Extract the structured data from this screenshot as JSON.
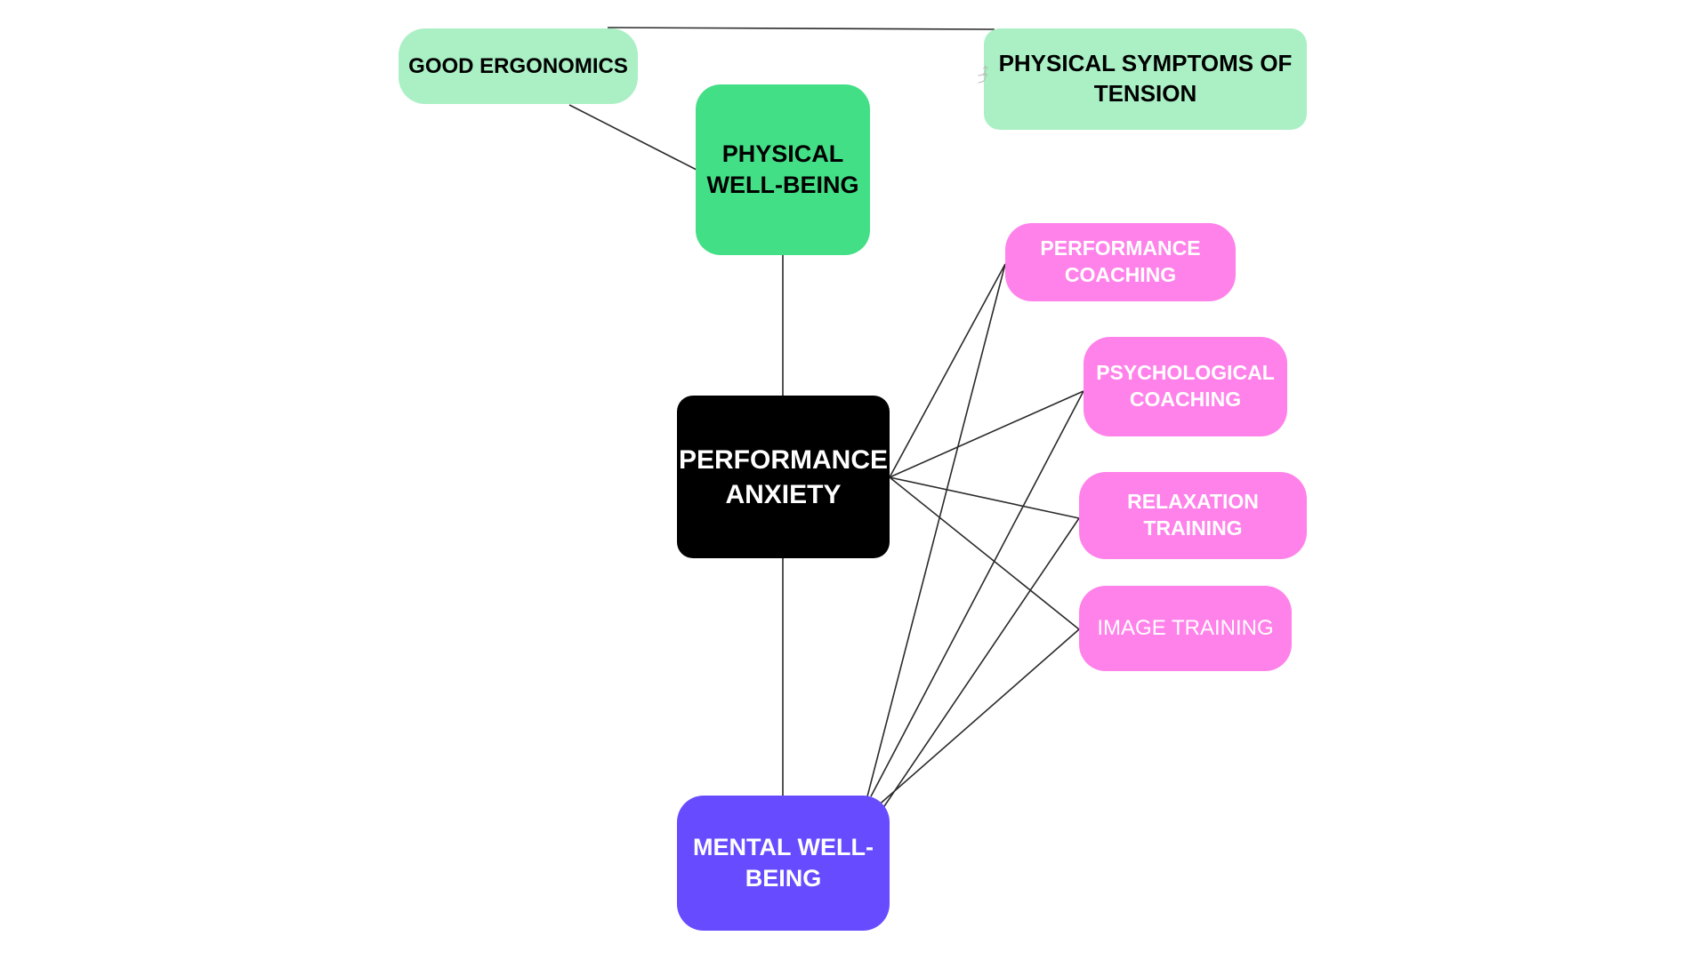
{
  "diagram": {
    "title": "Performance Anxiety mind map",
    "colors": {
      "light_green": "#aaf0c4",
      "green": "#43df86",
      "black": "#000000",
      "purple": "#674cff",
      "pink": "#ff82ea",
      "edge": "#2a2a2a"
    },
    "nodes": {
      "good_ergonomics": {
        "label": "GOOD ERGONOMICS",
        "text_color": "#000000",
        "fill": "#aaf0c4"
      },
      "physical_symptoms": {
        "label": "PHYSICAL SYMPTOMS OF TENSION",
        "text_color": "#000000",
        "fill": "#aaf0c4"
      },
      "physical_wellbeing": {
        "label_line1": "PHYSICAL",
        "label_line2": "WELL-BEING",
        "text_color": "#000000",
        "fill": "#43df86"
      },
      "performance_anxiety": {
        "label_line1": "PERFORMANCE",
        "label_line2": "ANXIETY",
        "text_color": "#ffffff",
        "fill": "#000000"
      },
      "mental_wellbeing": {
        "label_line1": "MENTAL WELL-",
        "label_line2": "BEING",
        "text_color": "#ffffff",
        "fill": "#674cff"
      },
      "performance_coaching": {
        "label_line1": "PERFORMANCE",
        "label_line2": "COACHING",
        "text_color": "#ffffff",
        "fill": "#ff82ea"
      },
      "psychological_coaching": {
        "label_line1": "PSYCHOLOGICAL",
        "label_line2": "COACHING",
        "text_color": "#ffffff",
        "fill": "#ff82ea"
      },
      "relaxation_training": {
        "label_line1": "RELAXATION",
        "label_line2": "TRAINING",
        "text_color": "#ffffff",
        "fill": "#ff82ea"
      },
      "image_training": {
        "label": "IMAGE TRAINING",
        "text_color": "#ffffff",
        "fill": "#ff82ea"
      }
    },
    "edges": [
      {
        "from": "good_ergonomics",
        "to": "physical_symptoms"
      },
      {
        "from": "good_ergonomics",
        "to": "physical_wellbeing"
      },
      {
        "from": "physical_wellbeing",
        "to": "performance_anxiety"
      },
      {
        "from": "performance_anxiety",
        "to": "mental_wellbeing"
      },
      {
        "from": "performance_anxiety",
        "to": "performance_coaching"
      },
      {
        "from": "performance_anxiety",
        "to": "psychological_coaching"
      },
      {
        "from": "performance_anxiety",
        "to": "relaxation_training"
      },
      {
        "from": "performance_anxiety",
        "to": "image_training"
      },
      {
        "from": "mental_wellbeing",
        "to": "performance_coaching"
      },
      {
        "from": "mental_wellbeing",
        "to": "psychological_coaching"
      },
      {
        "from": "mental_wellbeing",
        "to": "relaxation_training"
      },
      {
        "from": "mental_wellbeing",
        "to": "image_training"
      }
    ],
    "handle_icon": "connector-arrows-icon"
  }
}
